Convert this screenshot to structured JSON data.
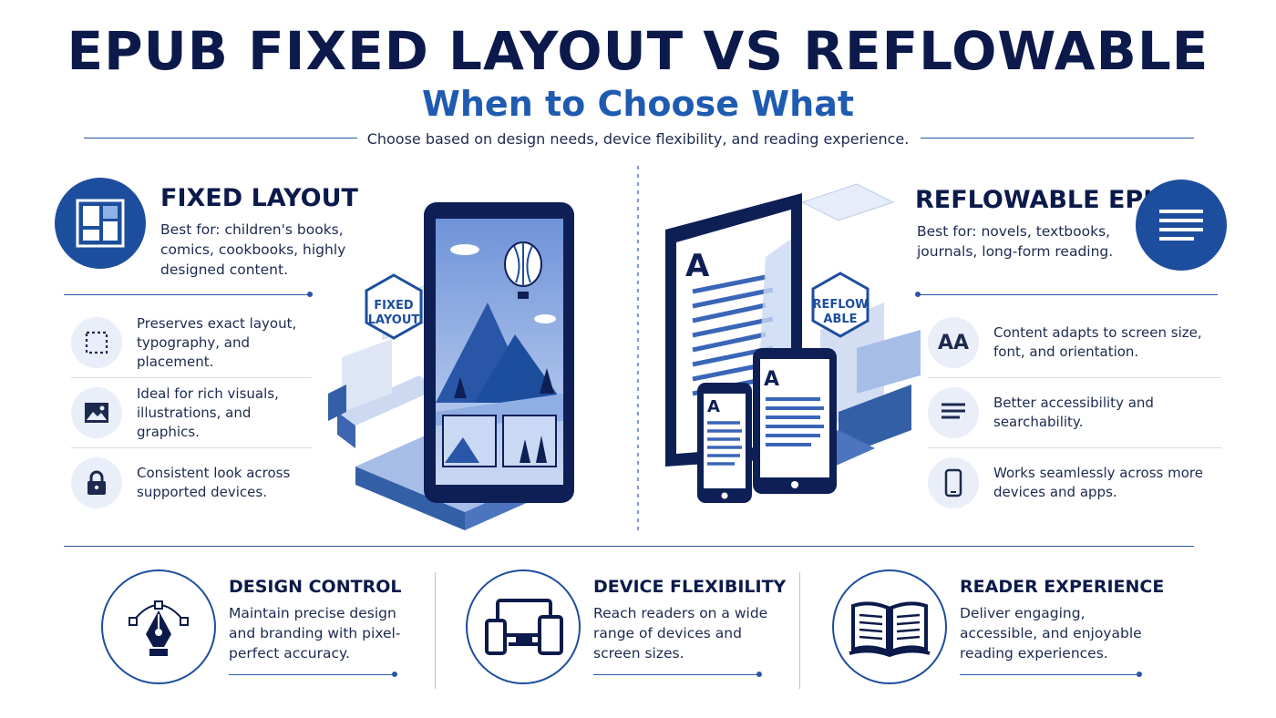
{
  "header": {
    "title": "EPUB FIXED LAYOUT VS REFLOWABLE",
    "subtitle": "When to Choose What",
    "tagline": "Choose based on design needs, device flexibility, and reading experience."
  },
  "fixed": {
    "heading": "FIXED LAYOUT",
    "description": "Best for: children's books, comics, cookbooks, highly designed content.",
    "badge": [
      "FIXED",
      "LAYOUT"
    ],
    "features": [
      {
        "icon": "dashed-frame-icon",
        "text": "Preserves exact layout, typography, and placement."
      },
      {
        "icon": "image-icon",
        "text": "Ideal for rich visuals, illustrations, and graphics."
      },
      {
        "icon": "lock-icon",
        "text": "Consistent look across supported devices."
      }
    ]
  },
  "reflow": {
    "heading": "REFLOWABLE EPUB",
    "description": "Best for: novels, textbooks, journals, long-form reading.",
    "badge": [
      "REFLOW",
      "ABLE"
    ],
    "features": [
      {
        "icon": "text-size-icon",
        "text": "Content adapts to screen size, font, and orientation."
      },
      {
        "icon": "text-lines-icon",
        "text": "Better accessibility and searchability."
      },
      {
        "icon": "smartphone-icon",
        "text": "Works seamlessly across more devices and apps."
      }
    ],
    "glyph": "A",
    "icon_glyph": "AA"
  },
  "bottom": [
    {
      "heading": "DESIGN CONTROL",
      "text": "Maintain precise design and branding with pixel-perfect accuracy.",
      "icon": "pen-nib-icon"
    },
    {
      "heading": "DEVICE FLEXIBILITY",
      "text": "Reach readers on a wide range of devices and screen sizes.",
      "icon": "devices-icon"
    },
    {
      "heading": "READER EXPERIENCE",
      "text": "Deliver engaging, accessible, and enjoyable reading experiences.",
      "icon": "open-book-icon"
    }
  ],
  "colors": {
    "navy": "#0b1a4a",
    "brand": "#1d4e9e",
    "accent": "#1f5bb0",
    "light": "#e9eef8"
  }
}
